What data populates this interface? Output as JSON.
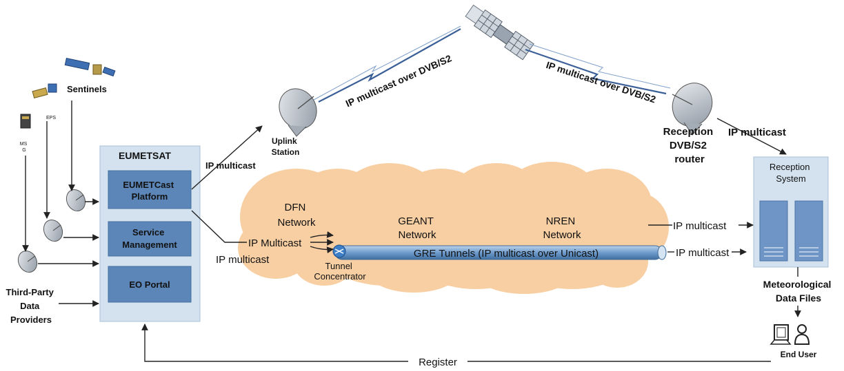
{
  "sources": {
    "sentinels": "Sentinels",
    "eps": "EPS",
    "msg": "MS\nG",
    "third_party": "Third-Party\nData\nProviders"
  },
  "eumetsat": {
    "title": "EUMETSAT",
    "platform": "EUMETCast\nPlatform",
    "service": "Service\nManagement",
    "portal": "EO Portal"
  },
  "uplink": "Uplink\nStation",
  "sat_link_left": "IP multicast over DVB/S2",
  "sat_link_right": "IP multicast over DVB/S2",
  "reception_router": "Reception\nDVB/S2\nrouter",
  "ip_multicast_uplink": "IP multicast",
  "ip_multicast_top_right": "IP multicast",
  "ip_multicast_terrestrial_caps": "IP Multicast",
  "ip_multicast_lower_left": "IP multicast",
  "ip_multicast_right_1": "IP multicast",
  "ip_multicast_right_2": "IP multicast",
  "networks": {
    "dfn": "DFN\nNetwork",
    "geant": "GEANT\nNetwork",
    "nren": "NREN\nNetwork"
  },
  "tunnel_label": "GRE Tunnels (IP multicast over Unicast)",
  "tunnel_concentrator": "Tunnel\nConcentrator",
  "reception_system": "Reception\nSystem",
  "data_files": "Meteorological\nData Files",
  "end_user": "End User",
  "register": "Register"
}
